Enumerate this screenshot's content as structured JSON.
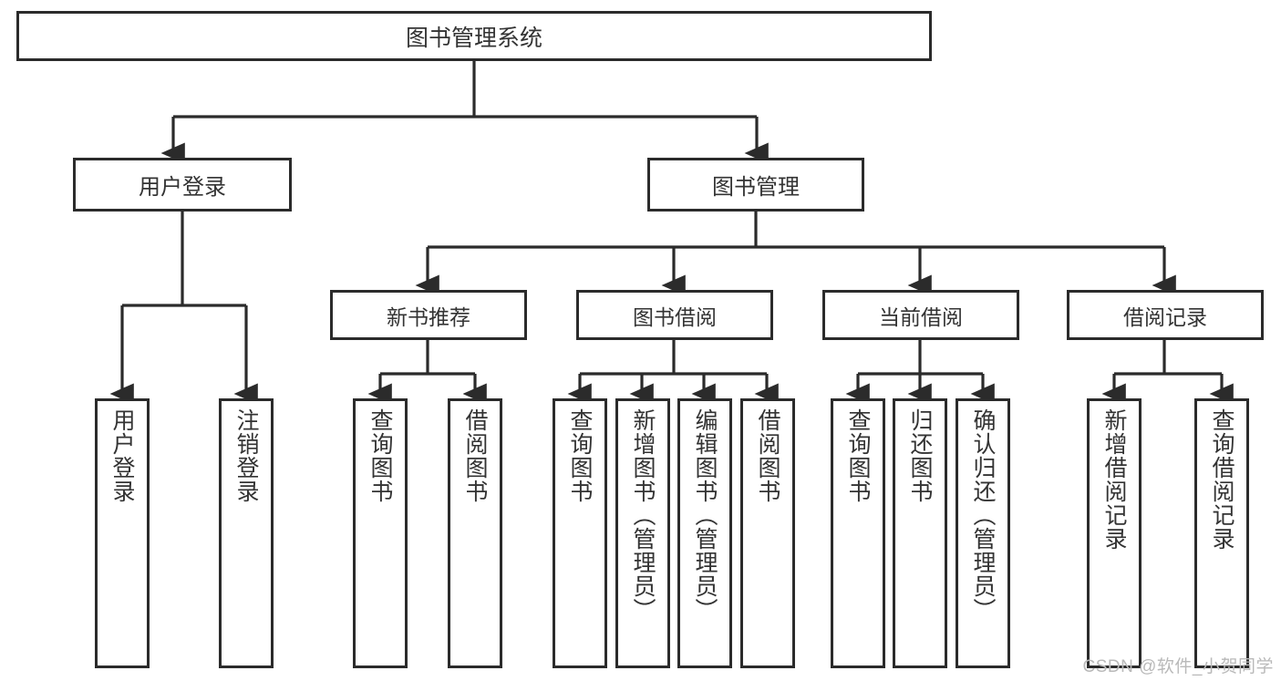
{
  "diagram": {
    "type": "tree",
    "title": "图书管理系统",
    "orientation": "top-down",
    "watermark": "CSDN @软件_小贺同学",
    "colors": {
      "box_border": "#2b2b2b",
      "box_fill": "#ffffff",
      "text": "#333333",
      "edge": "#2b2b2b",
      "background": "#ffffff",
      "watermark": "#b9b9b9"
    },
    "nodes": {
      "root": {
        "label": "图书管理系统"
      },
      "level2": [
        {
          "label": "用户登录"
        },
        {
          "label": "图书管理"
        }
      ],
      "level3": [
        {
          "label": "新书推荐"
        },
        {
          "label": "图书借阅"
        },
        {
          "label": "当前借阅"
        },
        {
          "label": "借阅记录"
        }
      ],
      "leaves": {
        "user_login": [
          {
            "label": "用户登录"
          },
          {
            "label": "注销登录"
          }
        ],
        "new_book": [
          {
            "label": "查询图书"
          },
          {
            "label": "借阅图书"
          }
        ],
        "book_borrow": [
          {
            "label": "查询图书"
          },
          {
            "label": "新增图书（管理员）"
          },
          {
            "label": "编辑图书（管理员）"
          },
          {
            "label": "借阅图书"
          }
        ],
        "current_borrow": [
          {
            "label": "查询图书"
          },
          {
            "label": "归还图书"
          },
          {
            "label": "确认归还（管理员）"
          }
        ],
        "borrow_record": [
          {
            "label": "新增借阅记录"
          },
          {
            "label": "查询借阅记录"
          }
        ]
      }
    },
    "edges": [
      {
        "from": "图书管理系统",
        "to": "用户登录"
      },
      {
        "from": "图书管理系统",
        "to": "图书管理"
      },
      {
        "from": "用户登录",
        "to": "用户登录"
      },
      {
        "from": "用户登录",
        "to": "注销登录"
      },
      {
        "from": "图书管理",
        "to": "新书推荐"
      },
      {
        "from": "图书管理",
        "to": "图书借阅"
      },
      {
        "from": "图书管理",
        "to": "当前借阅"
      },
      {
        "from": "图书管理",
        "to": "借阅记录"
      },
      {
        "from": "新书推荐",
        "to": "查询图书"
      },
      {
        "from": "新书推荐",
        "to": "借阅图书"
      },
      {
        "from": "图书借阅",
        "to": "查询图书"
      },
      {
        "from": "图书借阅",
        "to": "新增图书（管理员）"
      },
      {
        "from": "图书借阅",
        "to": "编辑图书（管理员）"
      },
      {
        "from": "图书借阅",
        "to": "借阅图书"
      },
      {
        "from": "当前借阅",
        "to": "查询图书"
      },
      {
        "from": "当前借阅",
        "to": "归还图书"
      },
      {
        "from": "当前借阅",
        "to": "确认归还（管理员）"
      },
      {
        "from": "借阅记录",
        "to": "新增借阅记录"
      },
      {
        "from": "借阅记录",
        "to": "查询借阅记录"
      }
    ]
  }
}
